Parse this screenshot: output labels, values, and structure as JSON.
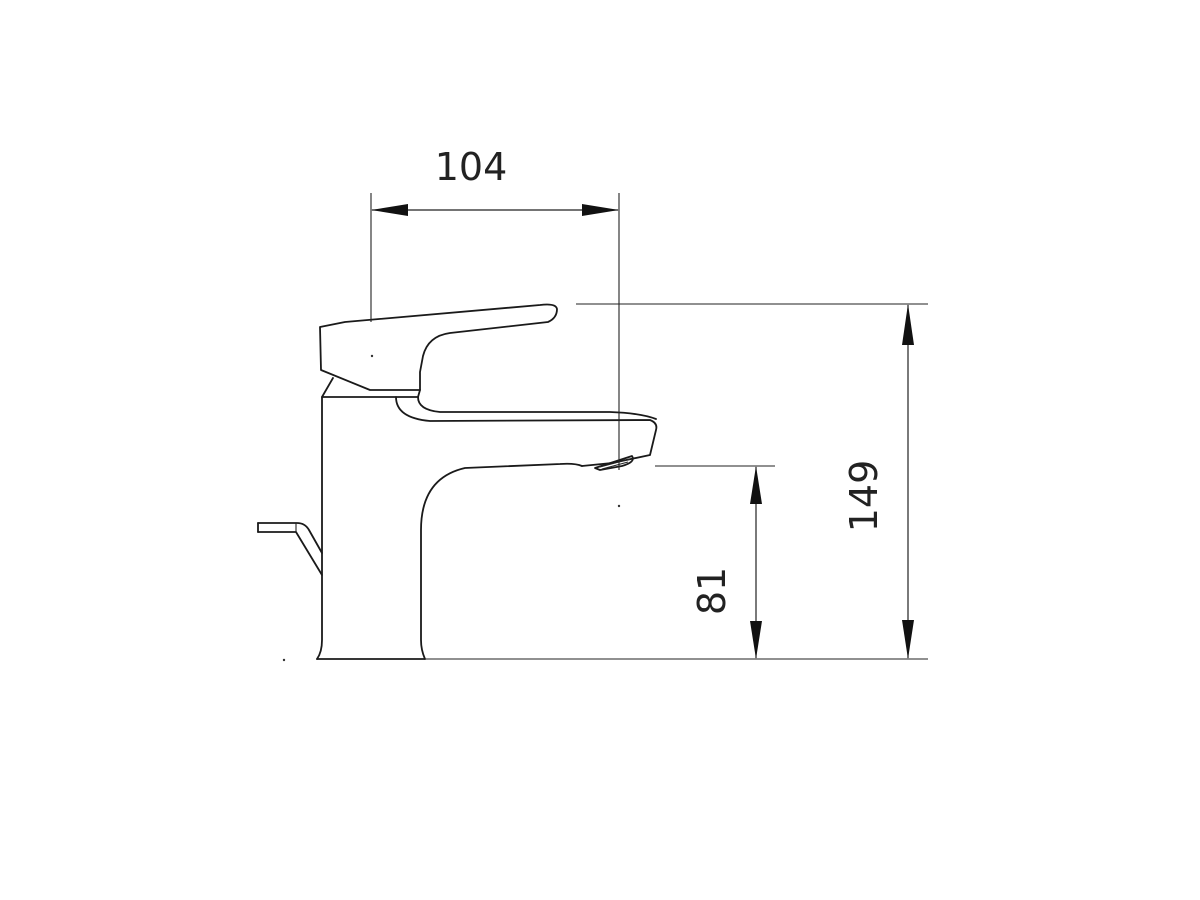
{
  "drawing": {
    "subject": "Single-lever basin mixer faucet, side elevation",
    "units": "mm",
    "colors": {
      "line": "#1a1a1a",
      "background": "#ffffff"
    }
  },
  "dimensions": {
    "spout_reach": {
      "label": "104",
      "orientation": "horizontal"
    },
    "total_height": {
      "label": "149",
      "orientation": "vertical"
    },
    "spout_height": {
      "label": "81",
      "orientation": "vertical"
    }
  }
}
